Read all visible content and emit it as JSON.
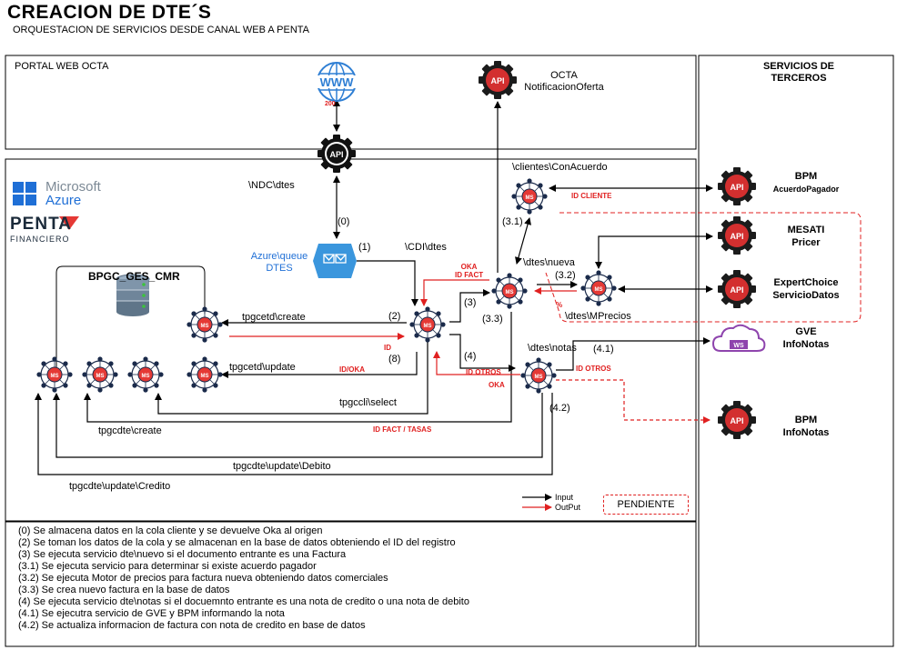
{
  "title": "CREACION DE DTE´S",
  "subtitle": "ORQUESTACION DE SERVICIOS DESDE CANAL WEB A PENTA",
  "portal_label": "PORTAL WEB OCTA",
  "third_party_label": "SERVICIOS DE TERCEROS",
  "www_code": "200",
  "octa_notif": {
    "line1": "OCTA",
    "line2": "NotificacionOferta"
  },
  "logos": {
    "azure_line1": "Microsoft",
    "azure_line2": "Azure",
    "penta_line1": "PENTA",
    "penta_line2": "FINANCIERO"
  },
  "database_label": "BPGC_GES_CMR",
  "queue": {
    "line1": "Azure\\queue",
    "line2": "DTES"
  },
  "paths": {
    "ndc_dtes": "\\NDC\\dtes",
    "cdi_dtes": "\\CDI\\dtes",
    "clientes": "\\clientes\\ConAcuerdo",
    "dtes_nueva": "\\dtes\\nueva",
    "dtes_mprecios": "\\dtes\\MPrecios",
    "dtes_notas": "\\dtes\\notas",
    "tpgcetd_create": "tpgcetd\\create",
    "tpgcetd_update": "tpgcetd\\update",
    "tpgccli_select": "tpgccli\\select",
    "tpgcdte_create": "tpgcdte\\create",
    "tpgcdte_update_debito": "tpgcdte\\update\\Debito",
    "tpgcdte_update_credito": "tpgcdte\\update\\Credito"
  },
  "steps": {
    "s0": "(0)",
    "s1": "(1)",
    "s2": "(2)",
    "s3": "(3)",
    "s31": "(3.1)",
    "s32": "(3.2)",
    "s33": "(3.3)",
    "s4": "(4)",
    "s41": "(4.1)",
    "s42": "(4.2)",
    "s8": "(8)"
  },
  "red_labels": {
    "oka_idfact_1": "OKA",
    "oka_idfact_2": "ID FACT",
    "id": "ID",
    "id_oka": "ID/OKA",
    "id_cliente": "ID CLIENTE",
    "id_otros": "ID OTROS",
    "id_otros_oka_1": "ID OTROS",
    "id_otros_oka_2": "OKA",
    "percent": "%",
    "id_fact_tasas": "ID FACT / TASAS"
  },
  "services": {
    "bpm_acuerdo": {
      "line1": "BPM",
      "line2": "AcuerdoPagador"
    },
    "mesati": {
      "line1": "MESATI",
      "line2": "Pricer"
    },
    "expert": {
      "line1": "ExpertChoice",
      "line2": "ServicioDatos"
    },
    "gve": {
      "line1": "GVE",
      "line2": "InfoNotas"
    },
    "bpm_notas": {
      "line1": "BPM",
      "line2": "InfoNotas"
    }
  },
  "legend": {
    "input": "Input",
    "output": "OutPut",
    "pending": "PENDIENTE"
  },
  "icon_labels": {
    "api": "API",
    "ms": "MS",
    "www": "WWW",
    "ws": "WS"
  },
  "notes": [
    "(0)  Se almacena datos en la cola cliente y se devuelve Oka al origen",
    "(2)  Se toman los datos de la cola y se almacenan en la base de datos obteniendo el ID del registro",
    "(3)  Se ejecuta servicio dte\\nuevo si el documento entrante es una Factura",
    "(3.1) Se ejecuta servicio para determinar si existe acuerdo pagador",
    "(3.2)  Se ejecuta Motor de precios para factura nueva obteniendo datos comerciales",
    "(3.3)  Se crea nuevo factura en la base de datos",
    "(4)  Se ejecuta servicio dte\\notas si el docuemnto entrante es una nota de credito o una nota de debito",
    "(4.1) Se ejecutra servicio de GVE y BPM informando la nota",
    "(4.2) Se actualiza informacion de factura con nota de credito en base de datos"
  ],
  "colors": {
    "red": "#e02020",
    "api_red": "#d32f2f",
    "ms_red": "#e53935",
    "ms_ring": "#1a2a4a",
    "azure_blue": "#1f6fd6",
    "ws_purple": "#8e44ad"
  }
}
